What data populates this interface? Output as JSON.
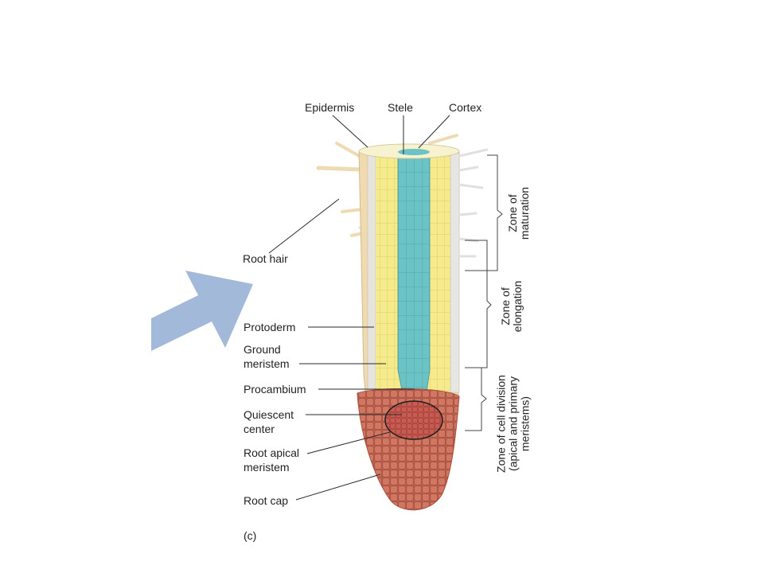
{
  "diagram": {
    "labels": {
      "epidermis": "Epidermis",
      "stele": "Stele",
      "cortex": "Cortex",
      "root_hair": "Root hair",
      "protoderm": "Protoderm",
      "ground_meristem": [
        "Ground",
        "meristem"
      ],
      "procambium": "Procambium",
      "quiescent_center": [
        "Quiescent",
        "center"
      ],
      "root_apical_meristem": [
        "Root apical",
        "meristem"
      ],
      "root_cap": "Root cap",
      "panel": "(c)"
    },
    "zones": {
      "maturation": [
        "Zone of",
        "maturation"
      ],
      "elongation": [
        "Zone of",
        "elongation"
      ],
      "cell_division": [
        "Zone of cell division",
        "(apical and primary",
        "meristems)"
      ]
    },
    "colors": {
      "arrow": "#a3b9d9",
      "stele": "#6cc3c5",
      "ground_meristem": "#f6eb8c",
      "root_cap": "#c96a57",
      "quiescent_center": "#c0524a",
      "root_surface": "#f0dab0"
    }
  }
}
